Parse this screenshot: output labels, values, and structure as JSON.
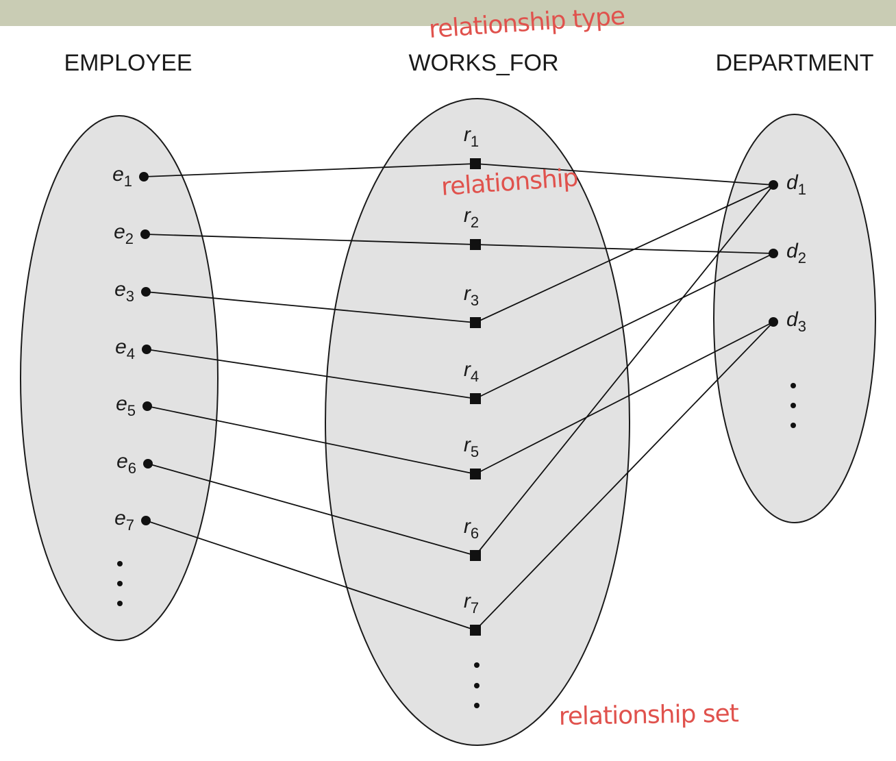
{
  "sets": {
    "employee": {
      "title": "EMPLOYEE"
    },
    "works_for": {
      "title": "WORKS_FOR"
    },
    "department": {
      "title": "DEPARTMENT"
    }
  },
  "employees": [
    {
      "base": "e",
      "sub": "1"
    },
    {
      "base": "e",
      "sub": "2"
    },
    {
      "base": "e",
      "sub": "3"
    },
    {
      "base": "e",
      "sub": "4"
    },
    {
      "base": "e",
      "sub": "5"
    },
    {
      "base": "e",
      "sub": "6"
    },
    {
      "base": "e",
      "sub": "7"
    }
  ],
  "relationships": [
    {
      "base": "r",
      "sub": "1",
      "employee": 0,
      "department": 0
    },
    {
      "base": "r",
      "sub": "2",
      "employee": 1,
      "department": 1
    },
    {
      "base": "r",
      "sub": "3",
      "employee": 2,
      "department": 0
    },
    {
      "base": "r",
      "sub": "4",
      "employee": 3,
      "department": 1
    },
    {
      "base": "r",
      "sub": "5",
      "employee": 4,
      "department": 2
    },
    {
      "base": "r",
      "sub": "6",
      "employee": 5,
      "department": 0
    },
    {
      "base": "r",
      "sub": "7",
      "employee": 6,
      "department": 2
    }
  ],
  "departments": [
    {
      "base": "d",
      "sub": "1"
    },
    {
      "base": "d",
      "sub": "2"
    },
    {
      "base": "d",
      "sub": "3"
    }
  ],
  "annotations": {
    "relationship_type": "relationship type",
    "relationship": "relationship",
    "relationship_set": "relationship set"
  },
  "colors": {
    "annotation": "#e0524d",
    "ellipse_fill": "#e2e2e2",
    "top_bar": "#c9ccb4"
  }
}
